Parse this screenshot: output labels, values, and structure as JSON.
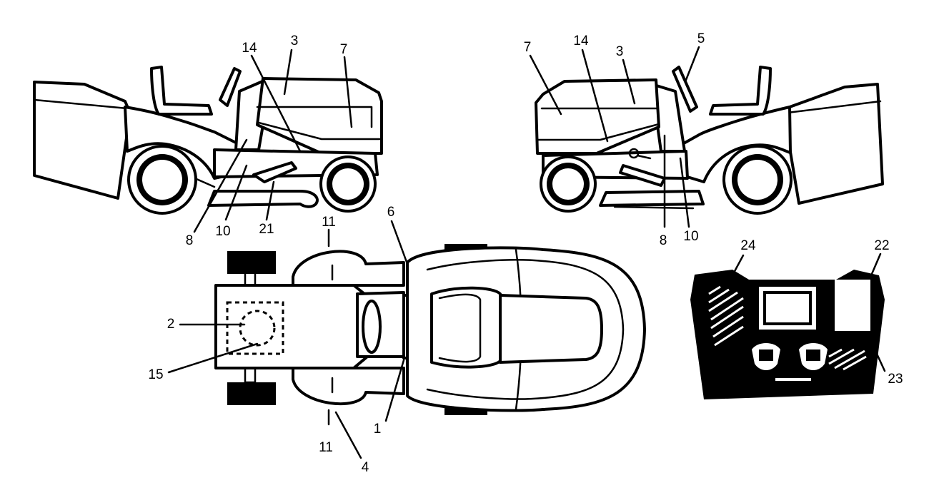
{
  "callouts": {
    "left_view": {
      "c3": "3",
      "c7": "7",
      "c8": "8",
      "c10": "10",
      "c14": "14",
      "c21": "21"
    },
    "right_view": {
      "c3": "3",
      "c5": "5",
      "c7": "7",
      "c8": "8",
      "c10": "10",
      "c14": "14"
    },
    "top_view": {
      "c1": "1",
      "c2": "2",
      "c4": "4",
      "c6": "6",
      "c11_top": "11",
      "c11_bottom": "11",
      "c15": "15"
    },
    "dash_panel": {
      "c22": "22",
      "c23": "23",
      "c24": "24"
    }
  }
}
